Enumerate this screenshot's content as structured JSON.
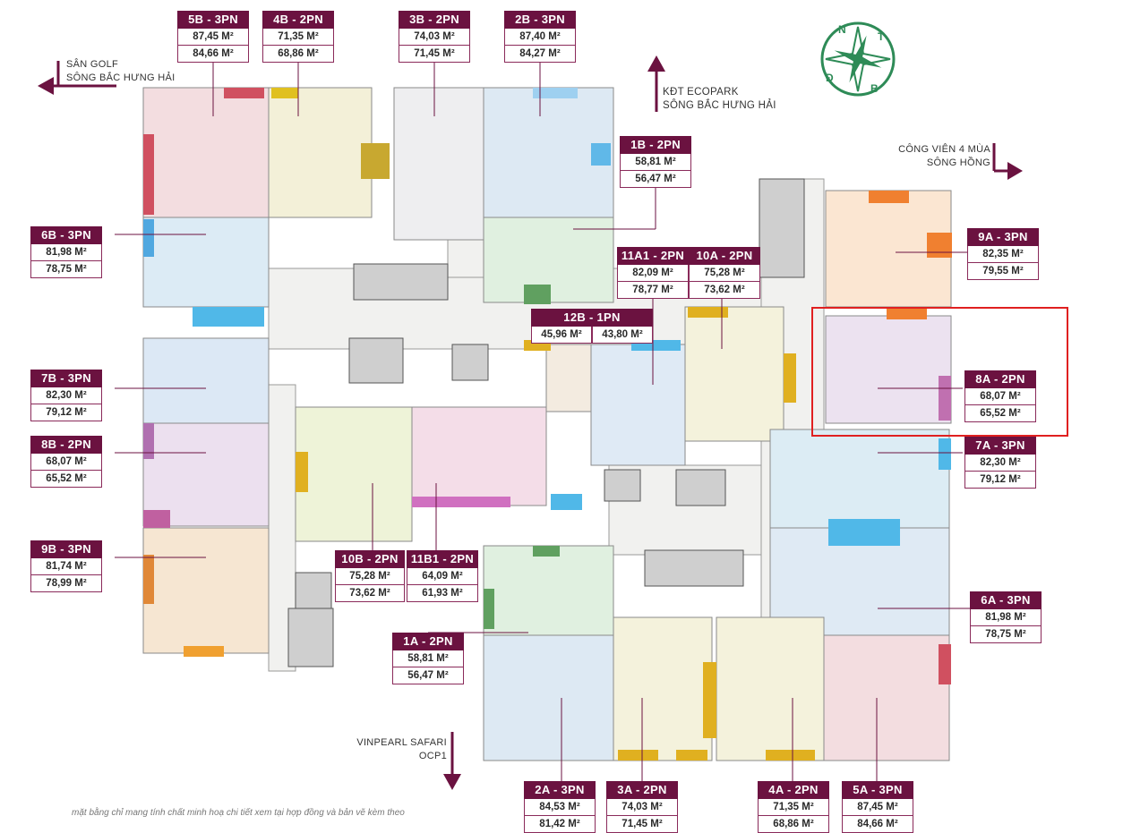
{
  "directions": {
    "top_left": [
      "SÂN GOLF",
      "SÔNG BẮC HƯNG HẢI"
    ],
    "top_center": [
      "KĐT ECOPARK",
      "SÔNG BẮC HƯNG HẢI"
    ],
    "right": [
      "CÔNG VIÊN 4 MÙA",
      "SÔNG HỒNG"
    ],
    "bottom": [
      "VINPEARL SAFARI",
      "OCP1"
    ]
  },
  "compass": {
    "n": "N",
    "t": "T",
    "b": "B",
    "d": "Đ"
  },
  "units": [
    {
      "name": "5B - 3PN",
      "a1": "87,45 M²",
      "a2": "84,66 M²"
    },
    {
      "name": "4B - 2PN",
      "a1": "71,35 M²",
      "a2": "68,86 M²"
    },
    {
      "name": "3B - 2PN",
      "a1": "74,03 M²",
      "a2": "71,45 M²"
    },
    {
      "name": "2B - 3PN",
      "a1": "87,40 M²",
      "a2": "84,27 M²"
    },
    {
      "name": "1B - 2PN",
      "a1": "58,81 M²",
      "a2": "56,47 M²"
    },
    {
      "name": "6B - 3PN",
      "a1": "81,98 M²",
      "a2": "78,75 M²"
    },
    {
      "name": "11A1 - 2PN",
      "a1": "82,09 M²",
      "a2": "78,77 M²"
    },
    {
      "name": "10A - 2PN",
      "a1": "75,28 M²",
      "a2": "73,62 M²"
    },
    {
      "name": "9A - 3PN",
      "a1": "82,35 M²",
      "a2": "79,55 M²"
    },
    {
      "name": "7B - 3PN",
      "a1": "82,30 M²",
      "a2": "79,12 M²"
    },
    {
      "name": "8A - 2PN",
      "a1": "68,07 M²",
      "a2": "65,52 M²"
    },
    {
      "name": "8B - 2PN",
      "a1": "68,07 M²",
      "a2": "65,52 M²"
    },
    {
      "name": "7A - 3PN",
      "a1": "82,30 M²",
      "a2": "79,12 M²"
    },
    {
      "name": "9B - 3PN",
      "a1": "81,74 M²",
      "a2": "78,99 M²"
    },
    {
      "name": "10B - 2PN",
      "a1": "75,28 M²",
      "a2": "73,62 M²"
    },
    {
      "name": "11B1 - 2PN",
      "a1": "64,09 M²",
      "a2": "61,93 M²"
    },
    {
      "name": "6A - 3PN",
      "a1": "81,98 M²",
      "a2": "78,75 M²"
    },
    {
      "name": "1A - 2PN",
      "a1": "58,81 M²",
      "a2": "56,47 M²"
    },
    {
      "name": "2A - 3PN",
      "a1": "84,53 M²",
      "a2": "81,42 M²"
    },
    {
      "name": "3A - 2PN",
      "a1": "74,03 M²",
      "a2": "71,45 M²"
    },
    {
      "name": "4A - 2PN",
      "a1": "71,35 M²",
      "a2": "68,86 M²"
    },
    {
      "name": "5A - 3PN",
      "a1": "87,45 M²",
      "a2": "84,66 M²"
    }
  ],
  "unit_12b": {
    "name": "12B - 1PN",
    "a1": "45,96 M²",
    "a2": "43,80 M²"
  },
  "note": "mặt bằng chỉ mang tính chất minh hoạ chi tiết xem tại hợp đồng và bản vẽ kèm theo",
  "colors": {
    "label_bg": "#6b1240",
    "highlight": "#e02020",
    "compass": "#2e8b57"
  }
}
